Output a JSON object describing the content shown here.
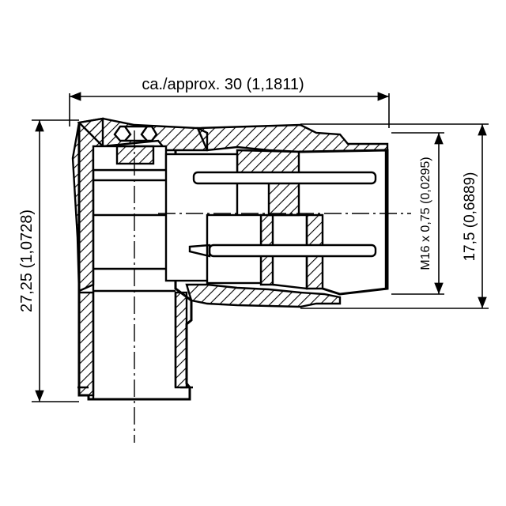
{
  "drawing": {
    "subject": "right-angle connector",
    "dimensions": {
      "width_label": "ca./approx. 30 (1,1811)",
      "height_label": "27,25 (1,0728)",
      "thread_label": "M16 x 0,75 (0,0295)",
      "side_height_label": "17,5 (0,6889)"
    },
    "line_color": "#000000",
    "background_color": "#ffffff"
  }
}
